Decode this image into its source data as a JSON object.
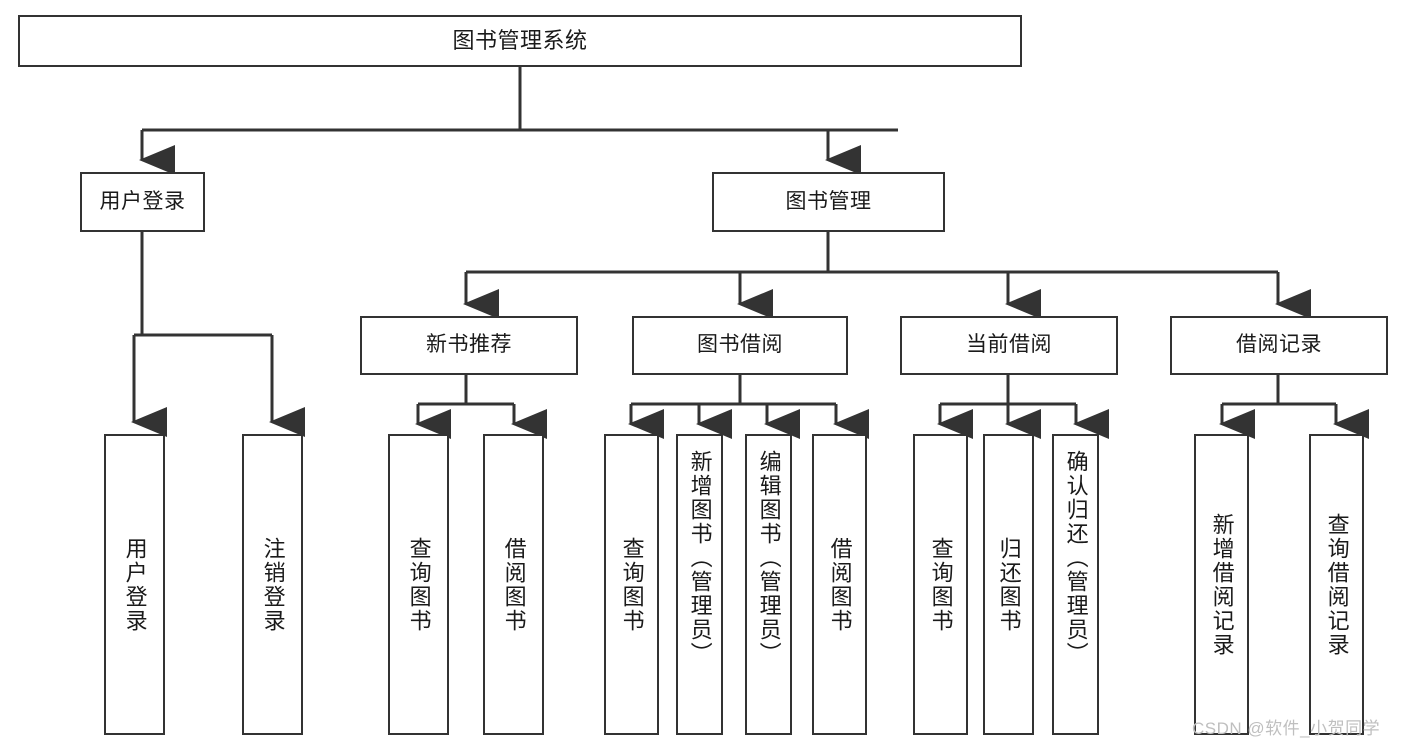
{
  "diagram": {
    "title": "图书管理系统",
    "watermark": "CSDN @软件_小贺同学",
    "line_color": "#333333",
    "box_fill": "#ffffff",
    "text_color": "#1a1a1a",
    "root": {
      "label": "图书管理系统"
    },
    "level1": [
      {
        "label": "用户登录"
      },
      {
        "label": "图书管理"
      }
    ],
    "level2": [
      {
        "label": "新书推荐"
      },
      {
        "label": "图书借阅"
      },
      {
        "label": "当前借阅"
      },
      {
        "label": "借阅记录"
      }
    ],
    "leaves": {
      "user_login": [
        {
          "label": "用户登录"
        },
        {
          "label": "注销登录"
        }
      ],
      "new_book_recommend": [
        {
          "label": "查询图书"
        },
        {
          "label": "借阅图书"
        }
      ],
      "book_borrow": [
        {
          "label": "查询图书"
        },
        {
          "label": "新增图书（管理员）"
        },
        {
          "label": "编辑图书（管理员）"
        },
        {
          "label": "借阅图书"
        }
      ],
      "current_borrow": [
        {
          "label": "查询图书"
        },
        {
          "label": "归还图书"
        },
        {
          "label": "确认归还（管理员）"
        }
      ],
      "borrow_record": [
        {
          "label": "新增借阅记录"
        },
        {
          "label": "查询借阅记录"
        }
      ]
    }
  }
}
